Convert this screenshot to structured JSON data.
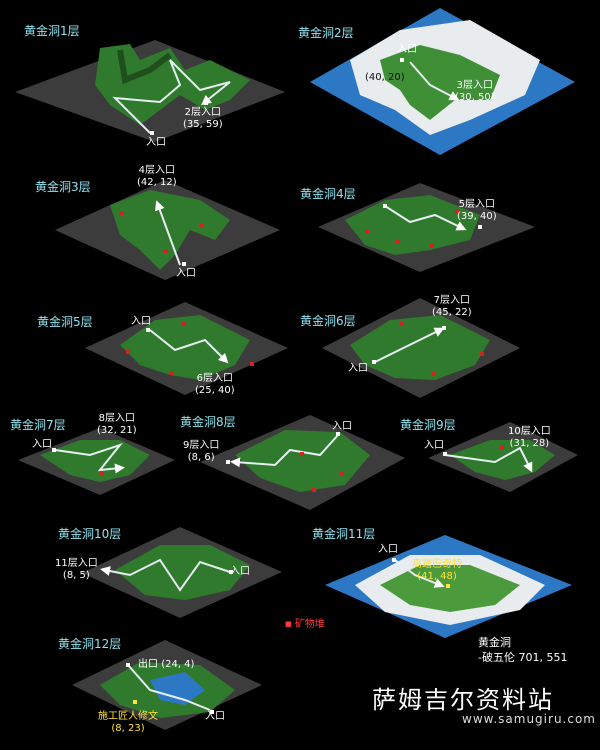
{
  "floors": [
    {
      "title": "黄金洞1层",
      "labels": [
        {
          "text": "2层入口",
          "coord": "(35, 59)"
        },
        {
          "text": "入口",
          "coord": ""
        }
      ]
    },
    {
      "title": "黄金洞2层",
      "labels": [
        {
          "text": "入口",
          "coord": "(40, 20)"
        },
        {
          "text": "3层入口",
          "coord": "(30, 50)"
        }
      ]
    },
    {
      "title": "黄金洞3层",
      "labels": [
        {
          "text": "4层入口",
          "coord": "(42, 12)"
        },
        {
          "text": "入口",
          "coord": ""
        }
      ]
    },
    {
      "title": "黄金洞4层",
      "labels": [
        {
          "text": "5层入口",
          "coord": "(39, 40)"
        }
      ]
    },
    {
      "title": "黄金洞5层",
      "labels": [
        {
          "text": "入口",
          "coord": ""
        },
        {
          "text": "6层入口",
          "coord": "(25, 40)"
        }
      ]
    },
    {
      "title": "黄金洞6层",
      "labels": [
        {
          "text": "7层入口",
          "coord": "(45, 22)"
        },
        {
          "text": "入口",
          "coord": ""
        }
      ]
    },
    {
      "title": "黄金洞7层",
      "labels": [
        {
          "text": "8层入口",
          "coord": "(32, 21)"
        },
        {
          "text": "入口",
          "coord": ""
        }
      ]
    },
    {
      "title": "黄金洞8层",
      "labels": [
        {
          "text": "入口",
          "coord": ""
        },
        {
          "text": "9层入口",
          "coord": "(8, 6)"
        }
      ]
    },
    {
      "title": "黄金洞9层",
      "labels": [
        {
          "text": "10层入口",
          "coord": "(31, 28)"
        },
        {
          "text": "入口",
          "coord": ""
        }
      ]
    },
    {
      "title": "黄金洞10层",
      "labels": [
        {
          "text": "11层入口",
          "coord": "(8, 5)"
        },
        {
          "text": "入口",
          "coord": ""
        }
      ]
    },
    {
      "title": "黄金洞11层",
      "labels": [
        {
          "text": "入口",
          "coord": ""
        },
        {
          "text": "高踏巴奇特",
          "coord": "(41, 48)"
        }
      ]
    },
    {
      "title": "黄金洞12层",
      "labels": [
        {
          "text": "出口",
          "coord": "(24, 4)"
        },
        {
          "text": "施工匠人修文",
          "coord": "(8, 23)"
        },
        {
          "text": "入口",
          "coord": ""
        }
      ]
    }
  ],
  "legend": {
    "marker": "■",
    "text": "矿物堆",
    "color": "#ff2a2a"
  },
  "location": {
    "line1": "黄金洞",
    "line2": "-破五伦 701, 551"
  },
  "brand": {
    "name": "萨姆吉尔资料站",
    "url": "www.samugiru.com"
  },
  "colors": {
    "floor": "#3a3a3a",
    "grass": "#2f7a2c",
    "grass_light": "#4b9a3c",
    "path": "#e6eef2",
    "snow": "#e8ecee",
    "water": "#2d78c4"
  }
}
